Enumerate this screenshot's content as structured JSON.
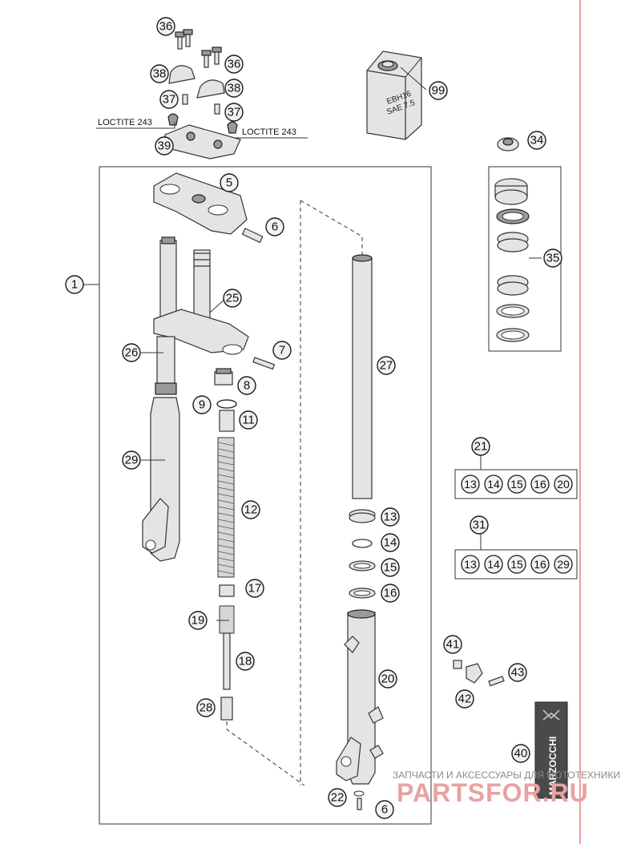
{
  "callouts": {
    "c36a": "36",
    "c36b": "36",
    "c38a": "38",
    "c38b": "38",
    "c37a": "37",
    "c37b": "37",
    "c39": "39",
    "c99": "99",
    "c34": "34",
    "c5": "5",
    "c6a": "6",
    "c35": "35",
    "c1": "1",
    "c25": "25",
    "c7": "7",
    "c26": "26",
    "c8": "8",
    "c27": "27",
    "c9": "9",
    "c11": "11",
    "c21": "21",
    "c29": "29",
    "c12": "12",
    "c13": "13",
    "c14": "14",
    "c31": "31",
    "c15": "15",
    "c17": "17",
    "c16": "16",
    "c19": "19",
    "c41": "41",
    "c18": "18",
    "c43": "43",
    "c20": "20",
    "c42": "42",
    "c28": "28",
    "c40": "40",
    "c22": "22",
    "c6b": "6"
  },
  "kit_21": [
    "13",
    "14",
    "15",
    "16",
    "20"
  ],
  "kit_31": [
    "13",
    "14",
    "15",
    "16",
    "29"
  ],
  "labels": {
    "loctite_left": "LOCTITE 243",
    "loctite_right": "LOCTITE 243",
    "oil_line1": "EBH16",
    "oil_line2": "SAE 7.5",
    "logo_brand": "MARZOCCHI"
  },
  "watermark": {
    "line1": "ЗАПЧАСТИ И АКСЕССУАРЫ ДЛЯ МОТОТЕХНИКИ",
    "line2": "PARTSFOR.RU"
  },
  "colors": {
    "watermark_red": "#e8a2a2",
    "margin_line": "#e05a5a"
  }
}
